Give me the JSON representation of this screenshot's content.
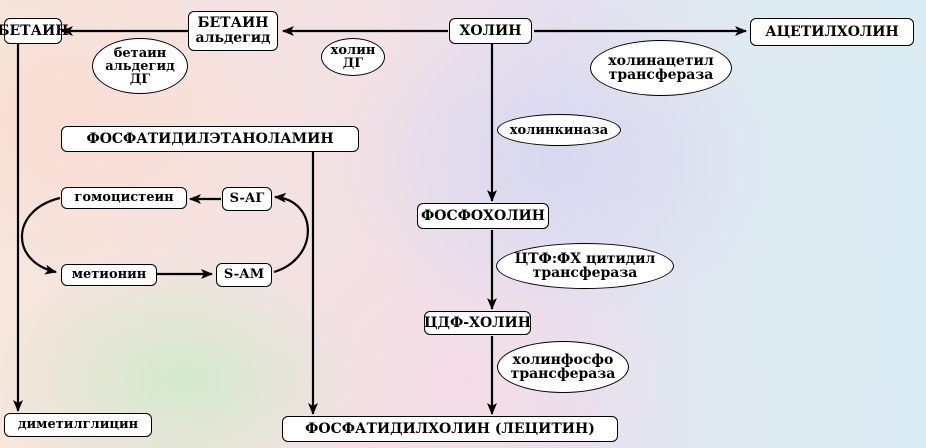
{
  "nodes": {
    "betain": "БЕТАИН",
    "betain_aldehyde_line1": "БЕТАИН",
    "betain_aldehyde_line2": "альдегид",
    "choline": "ХОЛИН",
    "acetylcholine": "АЦЕТИЛХОЛИН",
    "phosphatidylethanolamine": "ФОСФАТИДИЛЭТАНОЛАМИН",
    "homocysteine": "гомоцистеин",
    "s_ag": "S-АГ",
    "methionine": "метионин",
    "s_am": "S-АМ",
    "phosphocholine": "ФОСФОХОЛИН",
    "cdp_choline": "ЦДФ-ХОЛИН",
    "dimethylglycine": "диметилглицин",
    "phosphatidylcholine": "ФОСФАТИДИЛХОЛИН (ЛЕЦИТИН)"
  },
  "enzymes": {
    "betain_aldehyde_dh": [
      "бетаин",
      "альдегид",
      "ДГ"
    ],
    "choline_dh": [
      "холин",
      "ДГ"
    ],
    "choline_acetyltransferase": [
      "холинацетил",
      "трансфераза"
    ],
    "choline_kinase": [
      "холинкиназа"
    ],
    "ctp_pc_cytidylyltransferase": [
      "ЦТФ:ФХ цитидил",
      "трансфераза"
    ],
    "cholinephosphotransferase": [
      "холинфосфо",
      "трансфераза"
    ]
  }
}
